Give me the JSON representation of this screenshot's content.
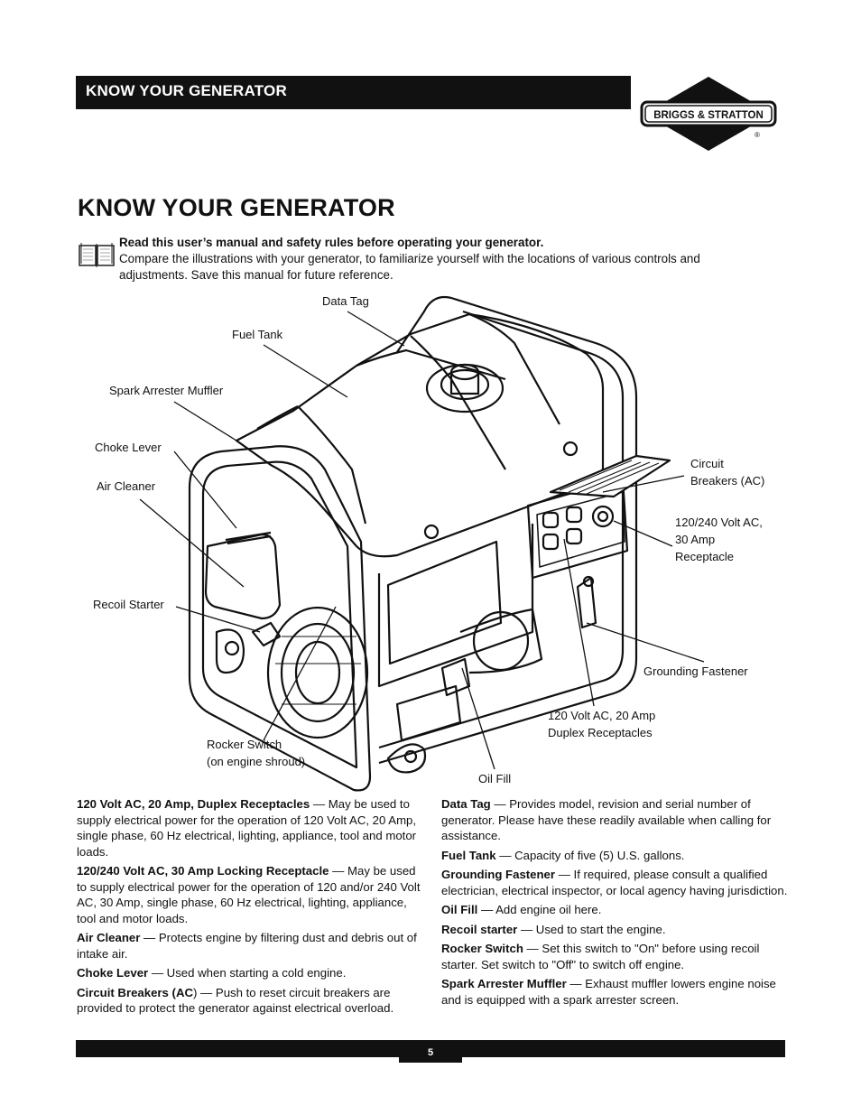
{
  "header": {
    "section_title": "KNOW YOUR GENERATOR"
  },
  "logo": {
    "text": "BRIGGS & STRATTON",
    "mark": "®"
  },
  "page_title": "KNOW YOUR GENERATOR",
  "intro": {
    "bold": "Read this user’s manual and safety rules before operating your generator.",
    "text": "Compare the illustrations with your generator, to familiarize yourself with the locations of various controls and adjustments. Save this manual for future reference."
  },
  "diagram_labels": {
    "data_tag": "Data Tag",
    "fuel_tank": "Fuel Tank",
    "spark_arrester": "Spark Arrester Muffler",
    "choke_lever": "Choke Lever",
    "air_cleaner": "Air Cleaner",
    "recoil_starter": "Recoil Starter",
    "rocker_switch_1": "Rocker Switch",
    "rocker_switch_2": "(on engine shroud)",
    "oil_fill": "Oil Fill",
    "circuit_breakers_1": "Circuit",
    "circuit_breakers_2": "Breakers (AC)",
    "receptacle_30_1": "120/240 Volt AC,",
    "receptacle_30_2": "30 Amp",
    "receptacle_30_3": "Receptacle",
    "grounding": "Grounding Fastener",
    "duplex_1": "120 Volt AC, 20 Amp",
    "duplex_2": "Duplex Receptacles"
  },
  "left_column": [
    {
      "term": "120 Volt AC, 20 Amp, Duplex Receptacles",
      "text": " — May be used to supply electrical power for the operation of 120 Volt AC, 20 Amp, single phase, 60 Hz electrical, lighting, appliance, tool and motor loads."
    },
    {
      "term": "120/240 Volt AC, 30 Amp Locking Receptacle",
      "text": " — May be used to supply electrical power for the operation of 120 and/or 240 Volt AC, 30 Amp, single phase, 60 Hz electrical, lighting, appliance, tool and motor loads."
    },
    {
      "term": "Air Cleaner",
      "text": " — Protects engine by filtering dust and debris out of intake air."
    },
    {
      "term": "Choke Lever",
      "text": " — Used when starting a cold engine."
    },
    {
      "term": "Circuit Breakers (AC",
      "text": ") — Push to reset circuit breakers are provided to protect the generator against electrical overload."
    }
  ],
  "right_column": [
    {
      "term": "Data Tag",
      "text": " — Provides model, revision and serial number of generator. Please have these readily available when calling for assistance."
    },
    {
      "term": "Fuel Tank",
      "text": " — Capacity of five (5) U.S. gallons."
    },
    {
      "term": "Grounding Fastener",
      "text": " — If required, please consult a qualified electrician, electrical inspector, or local agency having jurisdiction."
    },
    {
      "term": "Oil Fill",
      "text": " — Add engine oil here."
    },
    {
      "term": "Recoil starter",
      "text": " — Used to start the engine."
    },
    {
      "term": "Rocker Switch",
      "text": " — Set this switch to \"On\" before using recoil starter. Set switch to \"Off\" to switch off engine."
    },
    {
      "term": "Spark Arrester Muffler",
      "text": " — Exhaust muffler lowers engine noise and is equipped with a spark arrester screen."
    }
  ],
  "footer": {
    "page_number": "5"
  }
}
